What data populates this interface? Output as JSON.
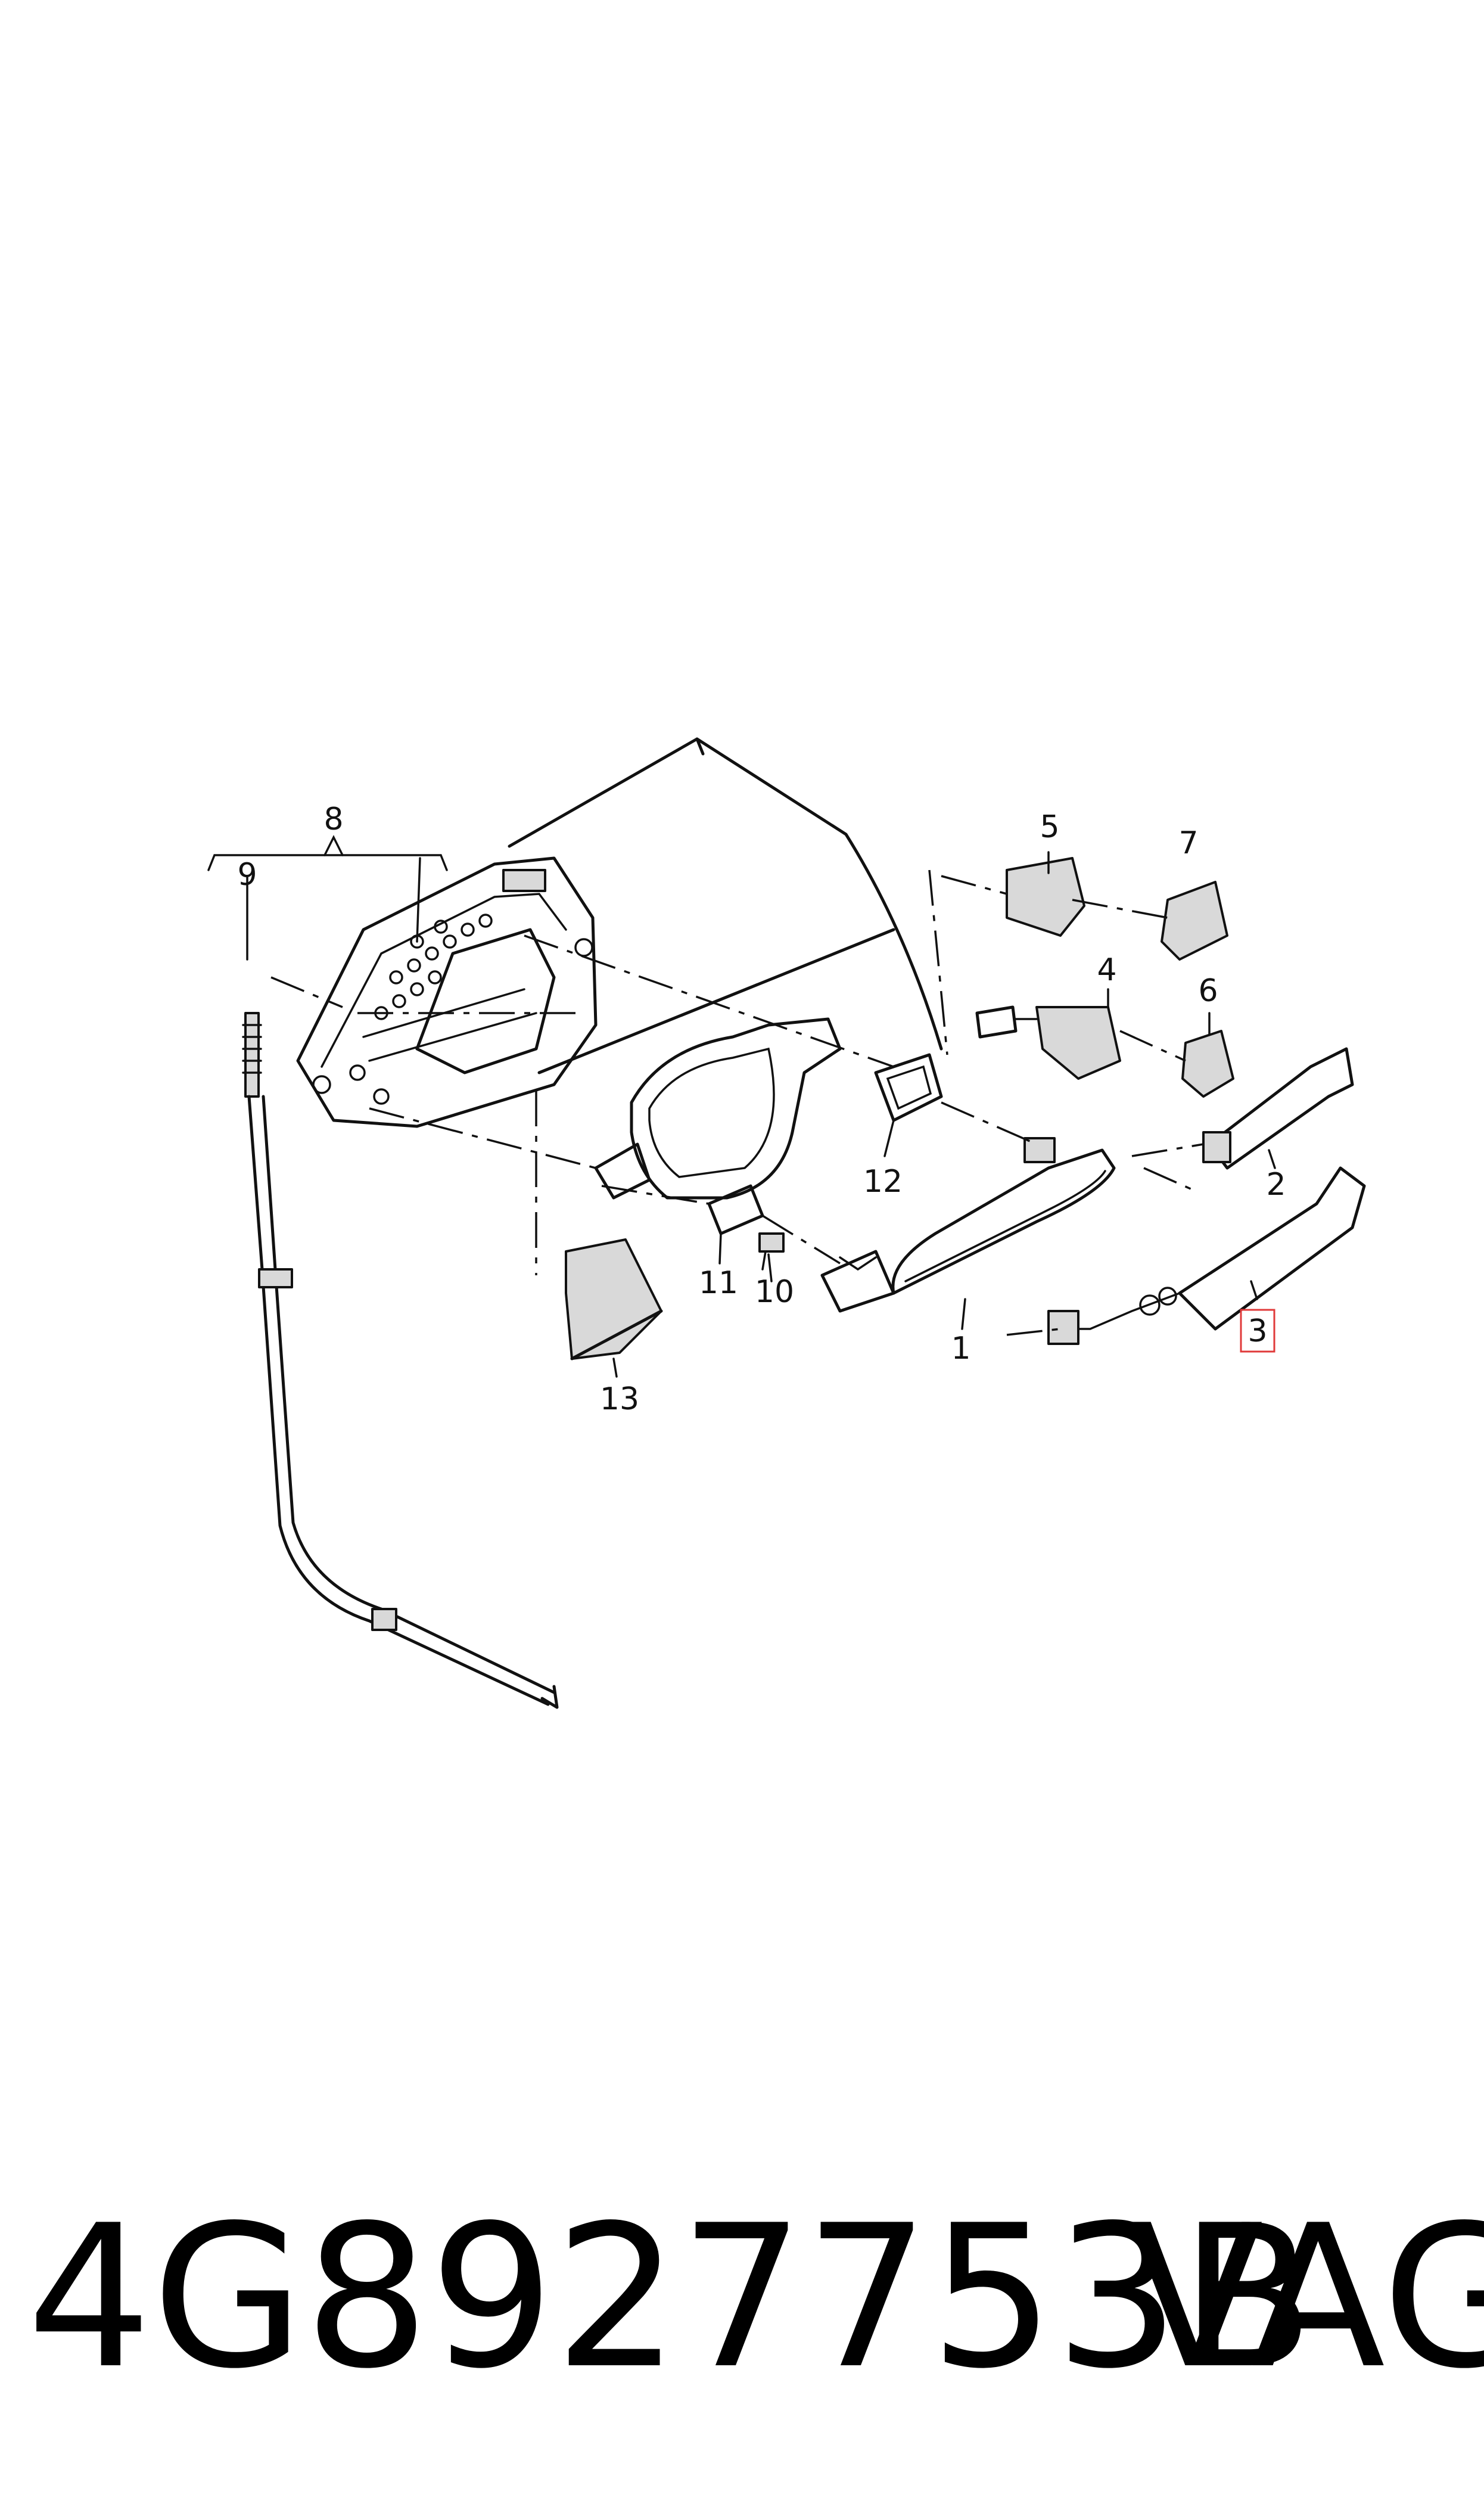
{
  "diagram": {
    "callouts": [
      {
        "id": "1",
        "label": "1",
        "highlighted": false
      },
      {
        "id": "2",
        "label": "2",
        "highlighted": false
      },
      {
        "id": "3",
        "label": "3",
        "highlighted": true
      },
      {
        "id": "4",
        "label": "4",
        "highlighted": false
      },
      {
        "id": "5",
        "label": "5",
        "highlighted": false
      },
      {
        "id": "6",
        "label": "6",
        "highlighted": false
      },
      {
        "id": "7",
        "label": "7",
        "highlighted": false
      },
      {
        "id": "8",
        "label": "8",
        "highlighted": false
      },
      {
        "id": "9",
        "label": "9",
        "highlighted": false
      },
      {
        "id": "10",
        "label": "10",
        "highlighted": false
      },
      {
        "id": "11",
        "label": "11",
        "highlighted": false
      },
      {
        "id": "12",
        "label": "12",
        "highlighted": false
      },
      {
        "id": "13",
        "label": "13",
        "highlighted": false
      }
    ],
    "highlight_color": "#e03a3a"
  },
  "caption": {
    "part_number": "4G8927753B",
    "brand": "VAG"
  }
}
